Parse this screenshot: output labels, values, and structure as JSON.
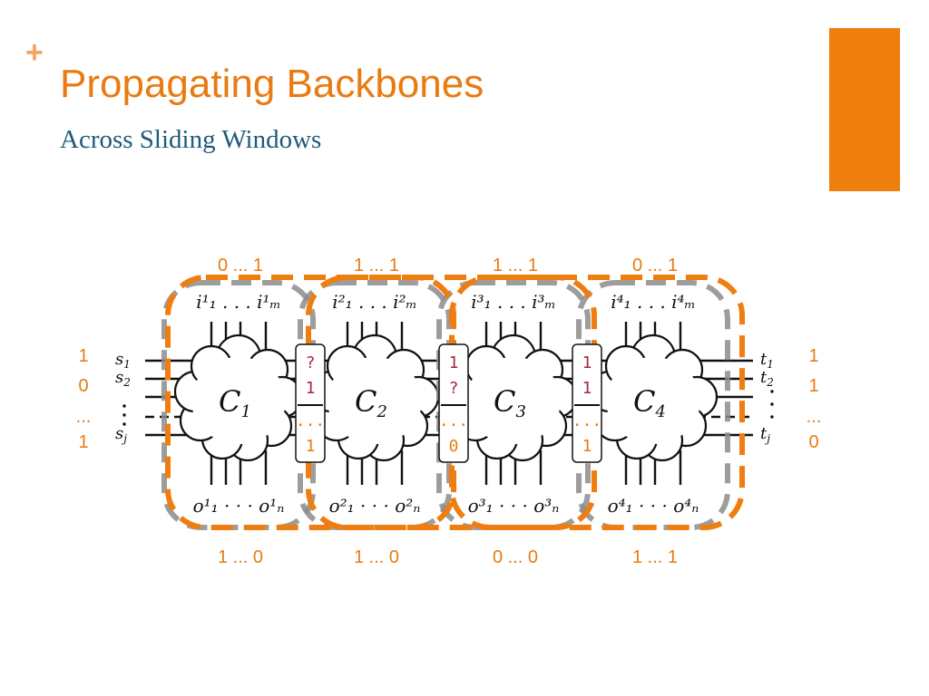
{
  "slide": {
    "plus": "+",
    "title": "Propagating Backbones",
    "subtitle": "Across Sliding Windows",
    "accent_color": "#ee7f0e",
    "title_color": "#e97b12",
    "subtitle_color": "#1f5a7a"
  },
  "diagram": {
    "left_values": [
      "1",
      "0",
      "...",
      "1"
    ],
    "right_values": [
      "1",
      "1",
      "...",
      "0"
    ],
    "left_inputs": [
      "s1",
      "s2",
      "sj"
    ],
    "right_outputs": [
      "t1",
      "t2",
      "tj"
    ],
    "circuits": [
      {
        "name": "C",
        "index": "1",
        "top_label": "i¹₁ . . . i¹ₘ",
        "bottom_label": "o¹₁ · · · o¹ₙ",
        "top_values": "0 ... 1",
        "bottom_values": "1 ... 0"
      },
      {
        "name": "C",
        "index": "2",
        "top_label": "i²₁ . . . i²ₘ",
        "bottom_label": "o²₁ · · · o²ₙ",
        "top_values": "1 ... 1",
        "bottom_values": "1 ... 0"
      },
      {
        "name": "C",
        "index": "3",
        "top_label": "i³₁ . . . i³ₘ",
        "bottom_label": "o³₁ · · · o³ₙ",
        "top_values": "1 ... 1",
        "bottom_values": "0 ... 0"
      },
      {
        "name": "C",
        "index": "4",
        "top_label": "i⁴₁ . . . i⁴ₘ",
        "bottom_label": "o⁴₁ · · · o⁴ₙ",
        "top_values": "0 ... 1",
        "bottom_values": "1 ... 1"
      }
    ],
    "between_tags": [
      {
        "values": [
          "?",
          "1",
          "...",
          "1"
        ]
      },
      {
        "values": [
          "1",
          "?",
          "...",
          "0"
        ]
      },
      {
        "values": [
          "1",
          "1",
          "...",
          "1"
        ]
      }
    ],
    "colors": {
      "orange_window": "#ef7d0f",
      "gray_window": "#8c8c8c",
      "unknown_value": "#a3293e"
    }
  }
}
